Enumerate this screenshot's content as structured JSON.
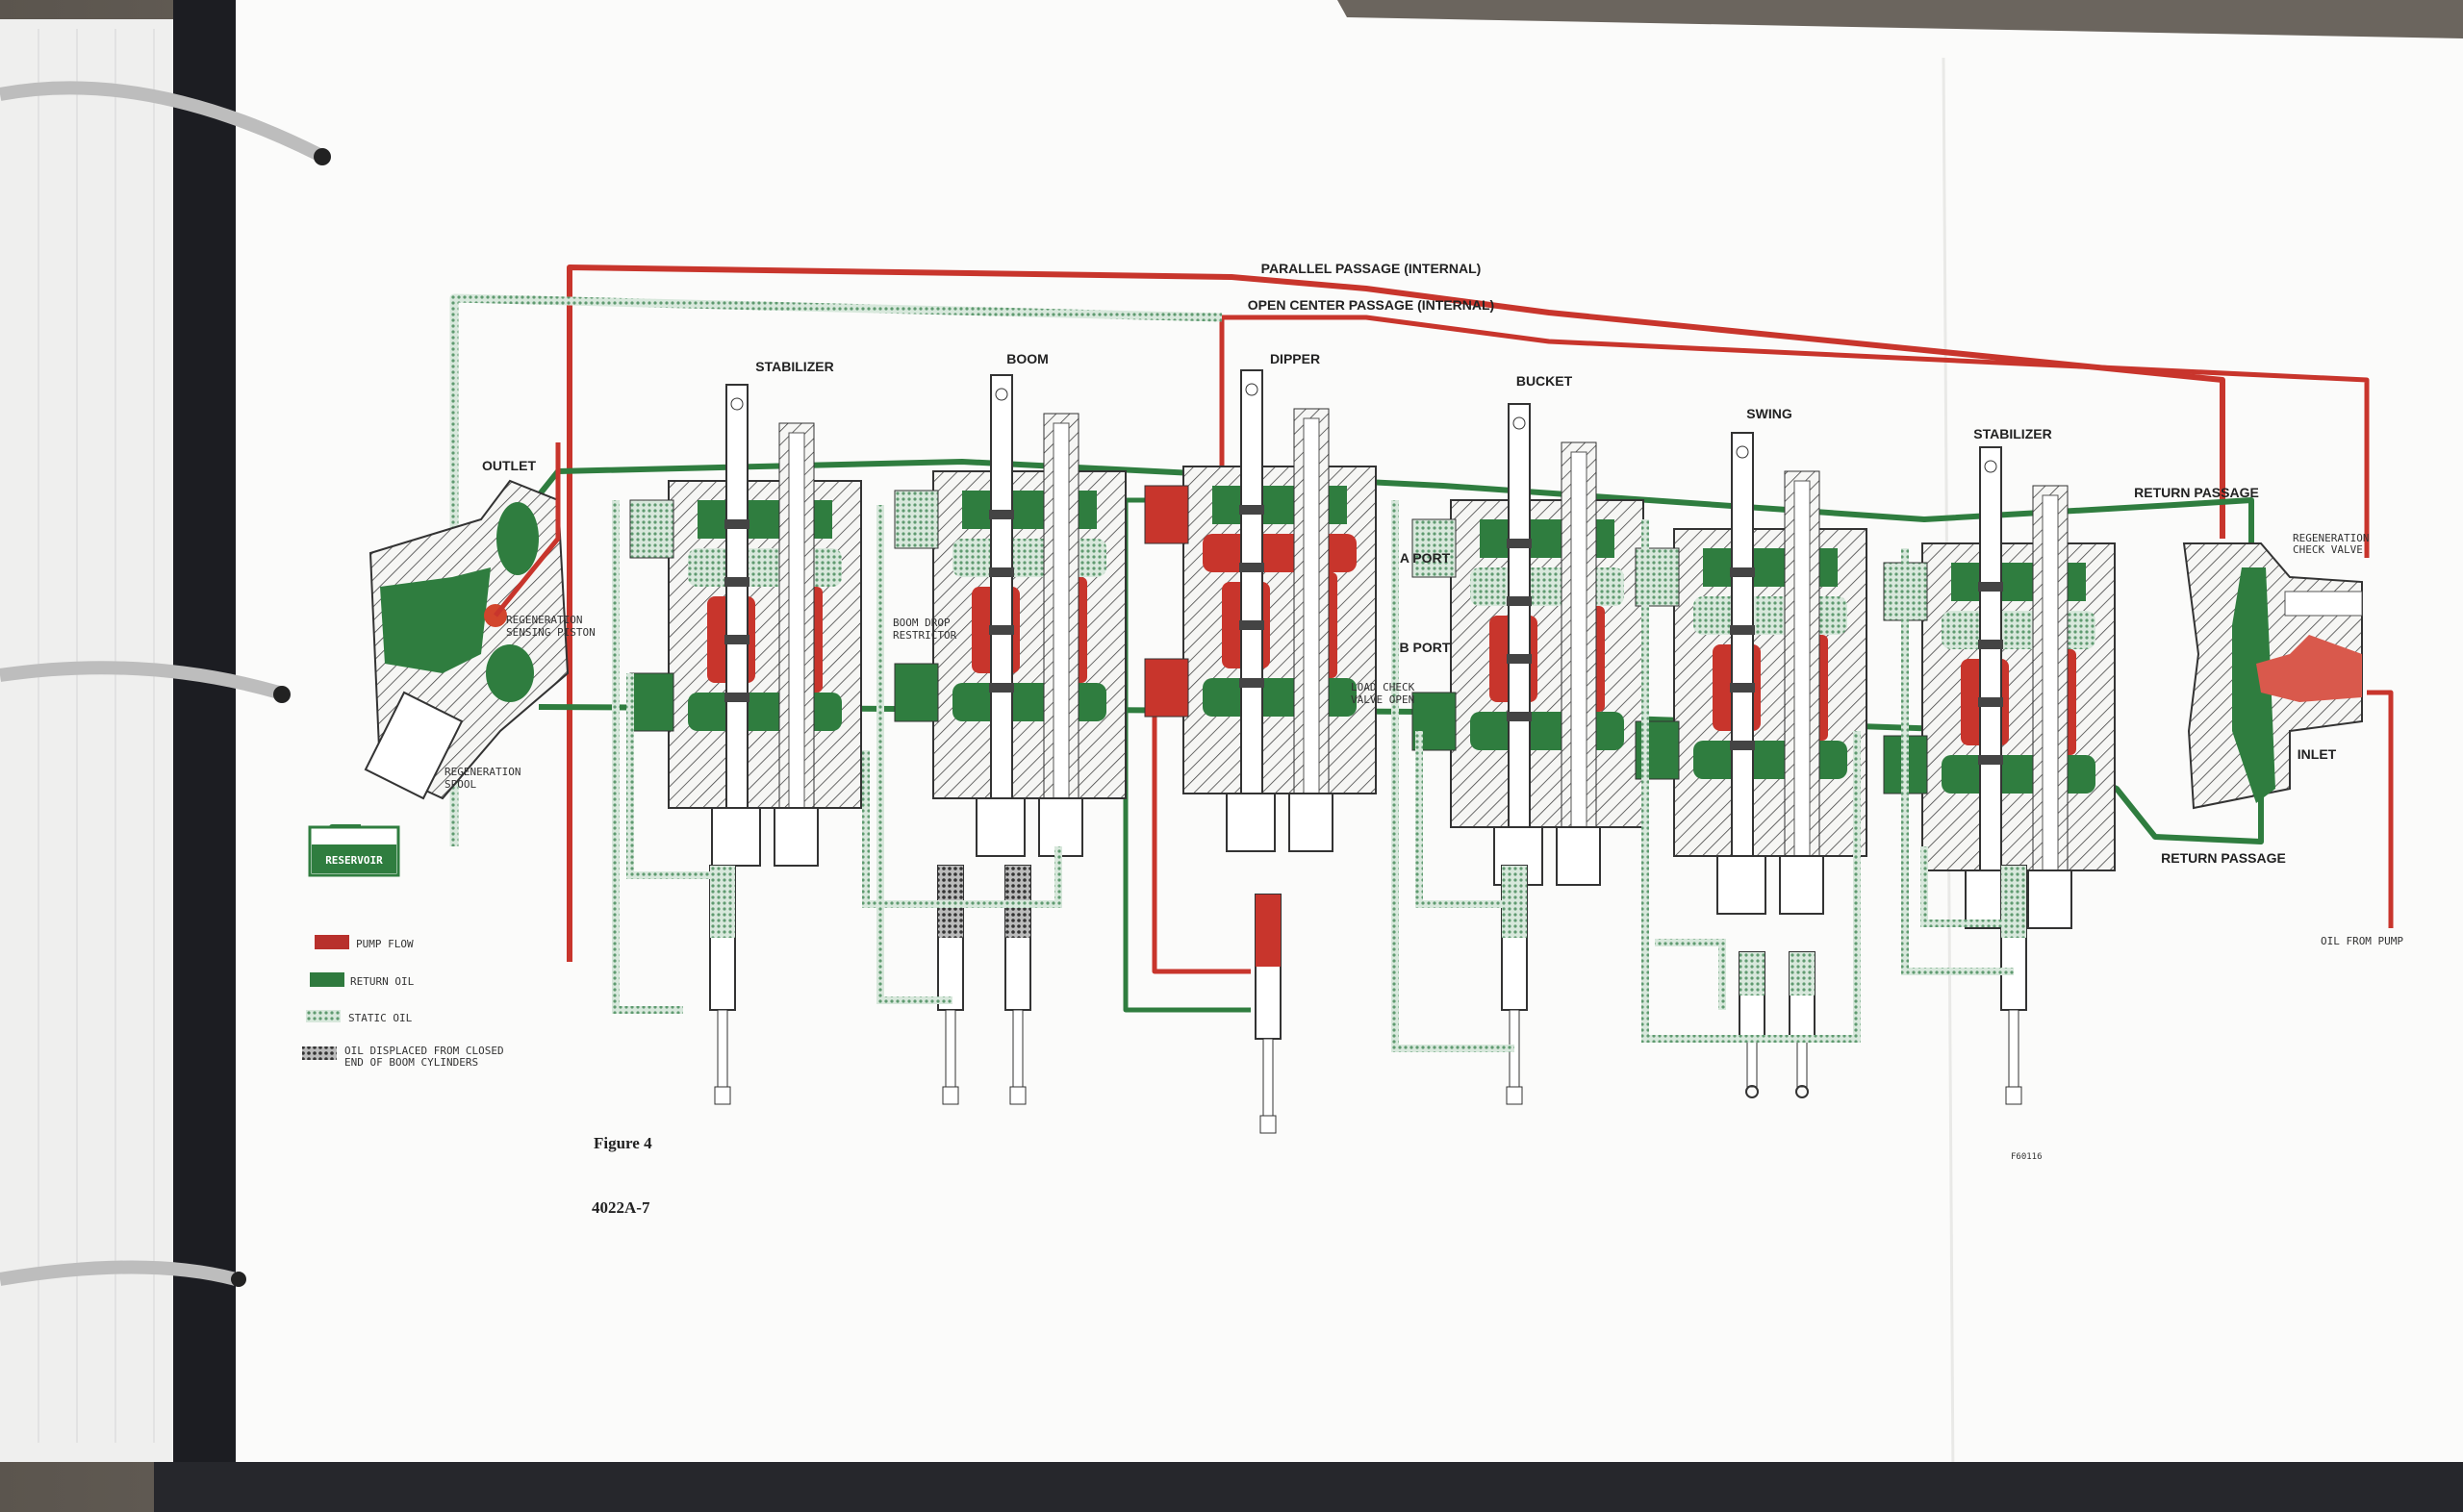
{
  "diagram": {
    "passages": {
      "parallel": "PARALLEL PASSAGE (INTERNAL)",
      "open_center": "OPEN CENTER PASSAGE (INTERNAL)",
      "return_top": "RETURN PASSAGE",
      "return_bottom": "RETURN PASSAGE"
    },
    "sections": [
      "STABILIZER",
      "BOOM",
      "DIPPER",
      "BUCKET",
      "SWING",
      "STABILIZER"
    ],
    "outlet": "OUTLET",
    "inlet": "INLET",
    "oil_from_pump": "OIL FROM PUMP",
    "reservoir": "RESERVOIR",
    "callouts": {
      "regen_piston_1": "REGENERATION",
      "regen_piston_2": "SENSING PISTON",
      "regen_spool_1": "REGENERATION",
      "regen_spool_2": "SPOOL",
      "boom_drop_1": "BOOM DROP",
      "boom_drop_2": "RESTRICTOR",
      "load_check_1": "LOAD CHECK",
      "load_check_2": "VALVE OPEN",
      "regen_check_1": "REGENERATION",
      "regen_check_2": "CHECK VALVE",
      "a_port": "A PORT",
      "b_port": "B PORT"
    },
    "legend": [
      {
        "label": "PUMP FLOW",
        "color": "#b8302c"
      },
      {
        "label": "RETURN OIL",
        "color": "#2f7a3e"
      },
      {
        "label": "STATIC OIL",
        "color": "#7fae88"
      },
      {
        "label": "OIL DISPLACED FROM CLOSED",
        "label2": "END OF BOOM CYLINDERS",
        "color": "#555"
      }
    ],
    "figure_caption": "Figure 4",
    "page_code": "4022A-7",
    "drawing_code": "F60116"
  },
  "colors": {
    "pump": "#c8352c",
    "return": "#2f7d3f",
    "static": "#8fb89a",
    "paper": "#fbfbfa"
  }
}
